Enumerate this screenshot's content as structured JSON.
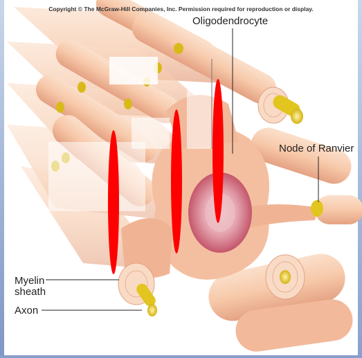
{
  "copyright": "Copyright © The McGraw-Hill Companies, Inc. Permission required for reproduction or display.",
  "labels": {
    "oligodendrocyte": "Oligodendrocyte",
    "node_of_ranvier": "Node of Ranvier",
    "myelin_line1": "Myelin",
    "myelin_line2": "sheath",
    "axon": "Axon"
  },
  "colors": {
    "myelin": "#f7c9aa",
    "myelin_shade": "#e9a989",
    "axon": "#e2c51e",
    "nucleus": "#cf6f80",
    "annotation_red": "#ff0000",
    "frame": "#8aa0cc"
  },
  "icons": [
    "myelin-wrap",
    "axon-cylinder",
    "cell-nucleus"
  ]
}
